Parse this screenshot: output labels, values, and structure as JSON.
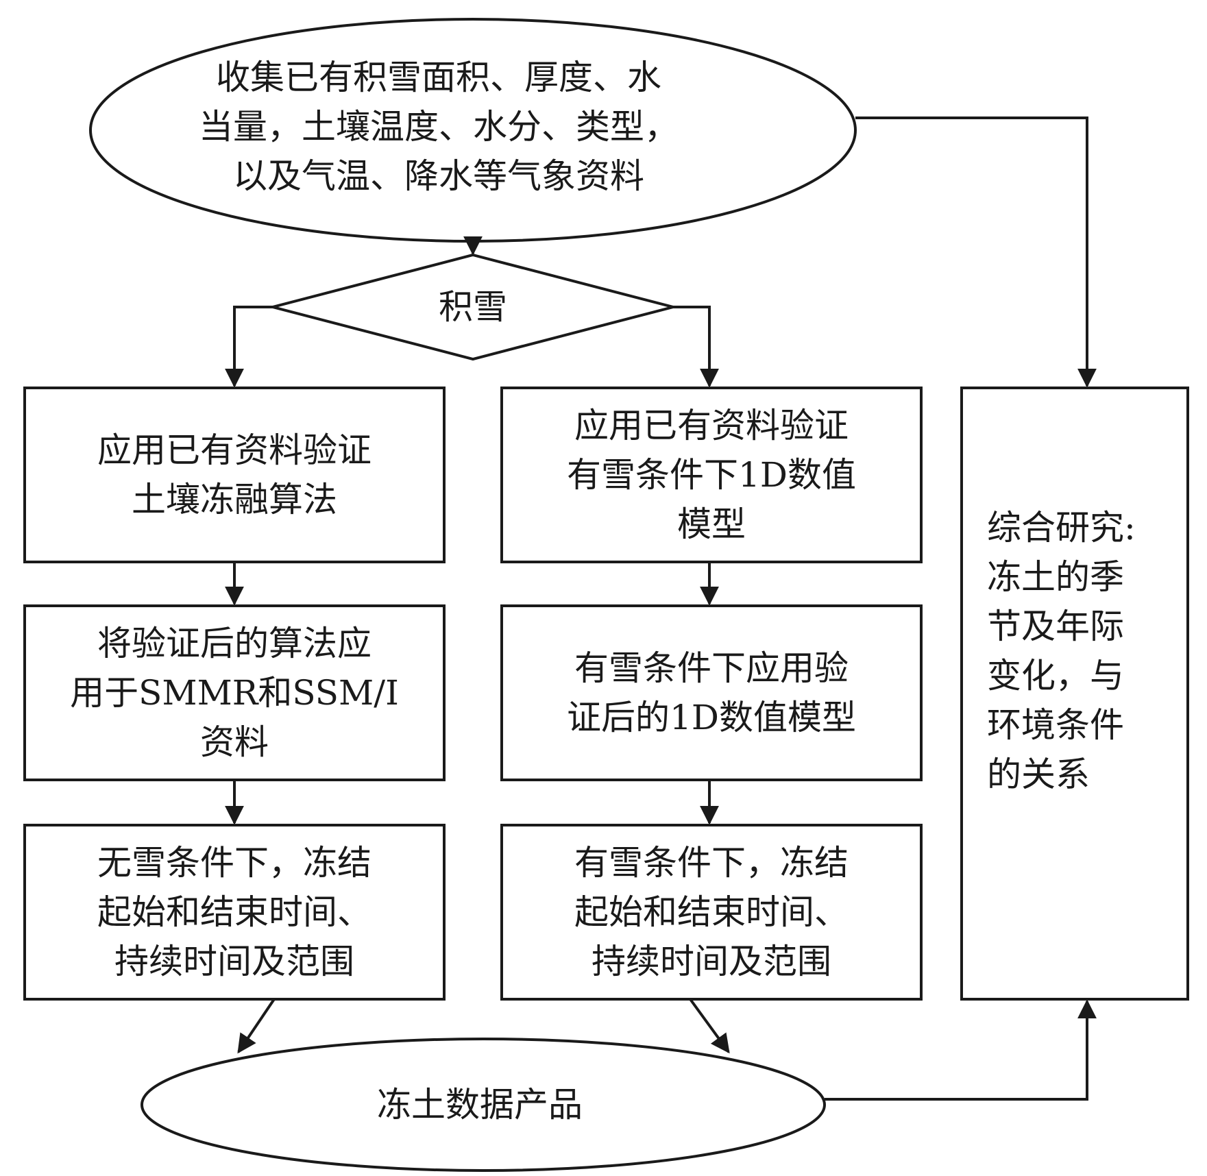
{
  "nodes": {
    "collect_data": "收集已有积雪面积、厚度、水\n当量，土壤温度、水分、类型，\n以及气温、降水等气象资料",
    "snow_decision": "积雪",
    "validate_algorithm": "应用已有资料验证\n土壤冻融算法",
    "validate_1d_model": "应用已有资料验证\n有雪条件下1D数值\n模型",
    "apply_algorithm": "将验证后的算法应\n用于SMMR和SSM/I\n资料",
    "apply_1d_model": "有雪条件下应用验\n证后的1D数值模型",
    "no_snow_result": "无雪条件下，冻结\n起始和结束时间、\n持续时间及范围",
    "snow_result": "有雪条件下，冻结\n起始和结束时间、\n持续时间及范围",
    "frozen_soil_product": "冻土数据产品",
    "comprehensive_study": "综合研究:\n冻土的季\n节及年际\n变化，与\n环境条件\n的关系"
  }
}
